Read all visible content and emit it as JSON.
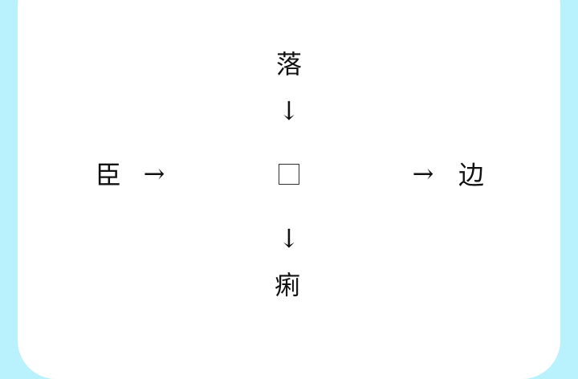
{
  "puzzle": {
    "top": "落",
    "left": "臣",
    "right": "边",
    "bottom": "痢",
    "center_placeholder": "□",
    "arrow_down": "↓",
    "arrow_right": "→"
  }
}
